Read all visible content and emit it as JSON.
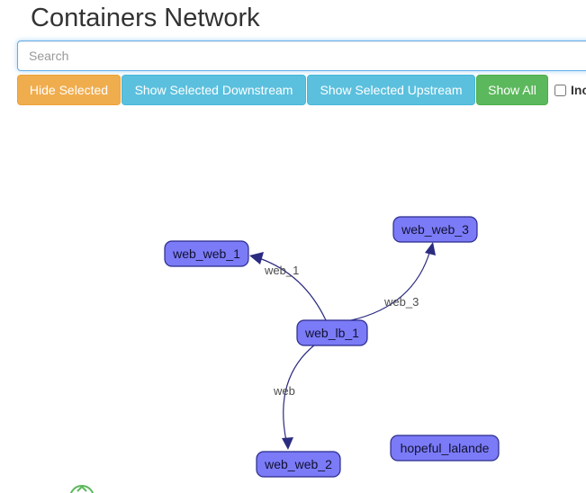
{
  "page": {
    "title": "Containers Network"
  },
  "search": {
    "placeholder": "Search"
  },
  "toolbar": {
    "hide_selected": "Hide Selected",
    "show_downstream": "Show Selected Downstream",
    "show_upstream": "Show Selected Upstream",
    "show_all": "Show All",
    "checkbox_label": "Inc"
  },
  "graph": {
    "nodes": [
      {
        "id": "web_web_1",
        "label": "web_web_1"
      },
      {
        "id": "web_web_3",
        "label": "web_web_3"
      },
      {
        "id": "web_lb_1",
        "label": "web_lb_1"
      },
      {
        "id": "web_web_2",
        "label": "web_web_2"
      },
      {
        "id": "hopeful_lalande",
        "label": "hopeful_lalande"
      }
    ],
    "edges": [
      {
        "from": "web_lb_1",
        "to": "web_web_1",
        "label": "web_1"
      },
      {
        "from": "web_lb_1",
        "to": "web_web_3",
        "label": "web_3"
      },
      {
        "from": "web_lb_1",
        "to": "web_web_2",
        "label": "web"
      }
    ]
  },
  "colors": {
    "node_fill": "#7b7bf7",
    "node_border": "#2b2b8c",
    "edge": "#2b2b80",
    "warning": "#f0ad4e",
    "info": "#5bc0de",
    "success": "#5cb85c"
  },
  "icons": {
    "bottom_partial": "green-circle-icon"
  }
}
